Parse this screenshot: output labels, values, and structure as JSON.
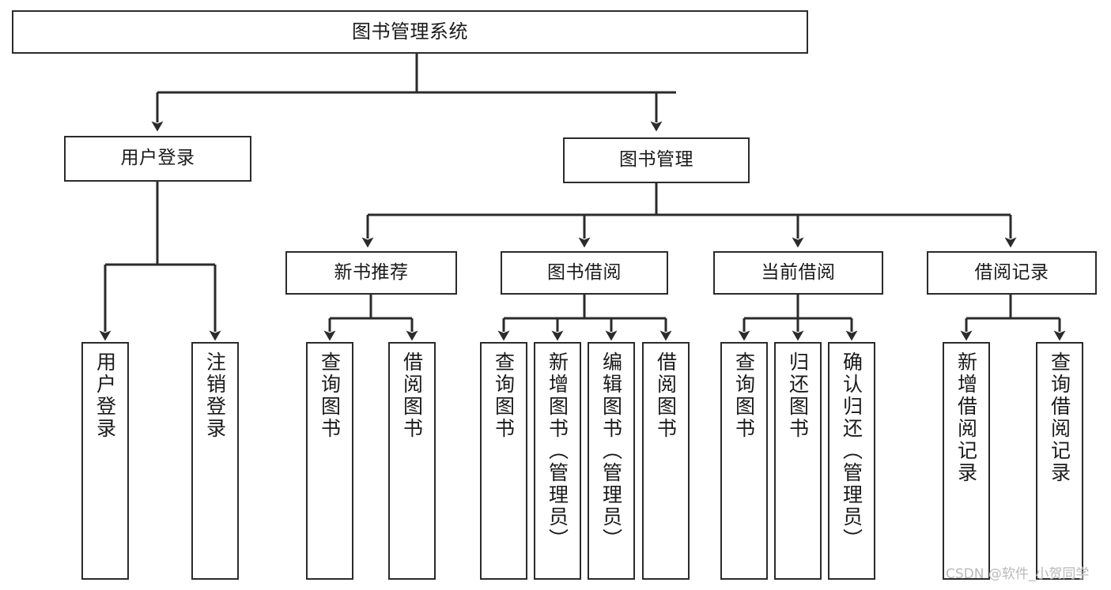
{
  "diagram": {
    "type": "tree",
    "title": "图书管理系统",
    "orientation": "top-down",
    "edge_style": "orthogonal-arrow",
    "colors": {
      "box_border": "#2b2b2b",
      "box_fill": "#ffffff",
      "line": "#2b2b2b",
      "text": "#1a1a1a",
      "background": "#ffffff",
      "watermark": "#b9b9b9"
    }
  },
  "nodes": {
    "root": {
      "label": "图书管理系统",
      "level": 0
    },
    "level1": [
      {
        "id": "user-login",
        "label": "用户登录"
      },
      {
        "id": "book-manage",
        "label": "图书管理"
      }
    ],
    "level2": [
      {
        "id": "new-book-recommend",
        "label": "新书推荐",
        "parent": "book-manage"
      },
      {
        "id": "book-borrow",
        "label": "图书借阅",
        "parent": "book-manage"
      },
      {
        "id": "current-borrow",
        "label": "当前借阅",
        "parent": "book-manage"
      },
      {
        "id": "borrow-record",
        "label": "借阅记录",
        "parent": "book-manage"
      }
    ],
    "leaves": [
      {
        "id": "leaf-user-login",
        "label": "用户登录",
        "parent": "user-login"
      },
      {
        "id": "leaf-user-logout",
        "label": "注销登录",
        "parent": "user-login"
      },
      {
        "id": "leaf-query-book-1",
        "label": "查询图书",
        "parent": "new-book-recommend"
      },
      {
        "id": "leaf-borrow-book-1",
        "label": "借阅图书",
        "parent": "new-book-recommend"
      },
      {
        "id": "leaf-query-book-2",
        "label": "查询图书",
        "parent": "book-borrow"
      },
      {
        "id": "leaf-add-book",
        "label": "新增图书（管理员）",
        "parent": "book-borrow"
      },
      {
        "id": "leaf-edit-book",
        "label": "编辑图书（管理员）",
        "parent": "book-borrow"
      },
      {
        "id": "leaf-borrow-book-2",
        "label": "借阅图书",
        "parent": "book-borrow"
      },
      {
        "id": "leaf-query-book-3",
        "label": "查询图书",
        "parent": "current-borrow"
      },
      {
        "id": "leaf-return-book",
        "label": "归还图书",
        "parent": "current-borrow"
      },
      {
        "id": "leaf-confirm-return",
        "label": "确认归还（管理员）",
        "parent": "current-borrow"
      },
      {
        "id": "leaf-add-record",
        "label": "新增借阅记录",
        "parent": "borrow-record"
      },
      {
        "id": "leaf-query-record",
        "label": "查询借阅记录",
        "parent": "borrow-record"
      }
    ]
  },
  "watermark": {
    "text": "CSDN @软件_小贺同学"
  }
}
